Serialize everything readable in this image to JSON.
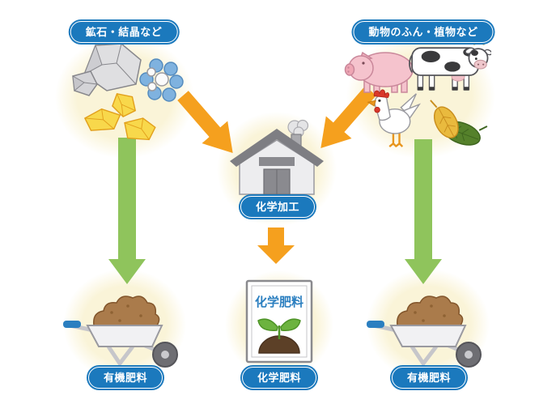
{
  "diagram": {
    "nodes": {
      "minerals": {
        "label": "鉱石・結晶など",
        "icons": [
          "rock",
          "molecule",
          "crystals"
        ]
      },
      "animals_plants": {
        "label": "動物のふん・植物など",
        "icons": [
          "pig",
          "cow",
          "chicken",
          "leaves"
        ]
      },
      "chemical_processing": {
        "label": "化学加工",
        "icon": "factory"
      },
      "organic_fertilizer_left": {
        "label": "有機肥料",
        "icon": "wheelbarrow-with-compost"
      },
      "chemical_fertilizer": {
        "label": "化学肥料",
        "bag_text": "化学肥料",
        "icon": "fertilizer-bag"
      },
      "organic_fertilizer_right": {
        "label": "有機肥料",
        "icon": "wheelbarrow-with-compost"
      }
    },
    "edges": [
      {
        "from": "minerals",
        "to": "chemical_processing",
        "style": "orange-diagonal"
      },
      {
        "from": "animals_plants",
        "to": "chemical_processing",
        "style": "orange-diagonal"
      },
      {
        "from": "chemical_processing",
        "to": "chemical_fertilizer",
        "style": "orange-down"
      },
      {
        "from": "minerals",
        "to": "organic_fertilizer_left",
        "style": "green-down"
      },
      {
        "from": "animals_plants",
        "to": "organic_fertilizer_right",
        "style": "green-down"
      }
    ],
    "colors": {
      "label_blue": "#1B79BD",
      "arrow_orange": "#F5A01E",
      "arrow_green": "#8FC45C",
      "circle_cream": "#FAF4D8"
    }
  }
}
